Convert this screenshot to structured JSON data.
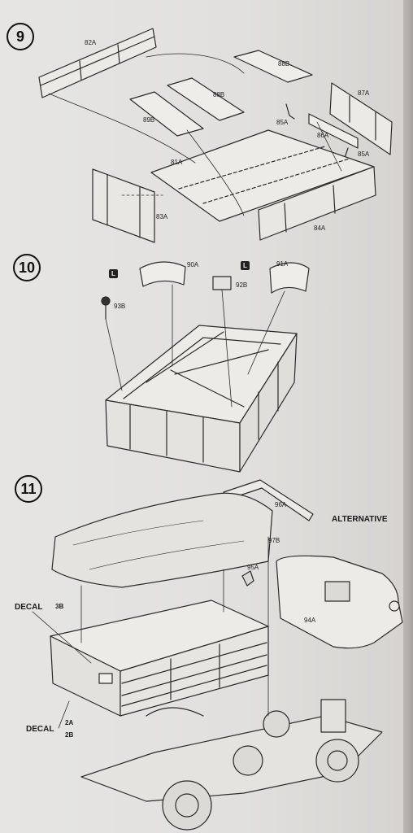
{
  "steps": [
    {
      "number": "9"
    },
    {
      "number": "10"
    },
    {
      "number": "11"
    }
  ],
  "step9_parts": [
    "82A",
    "88B",
    "88B",
    "89B",
    "87A",
    "85A",
    "86A",
    "85A",
    "81A",
    "83A",
    "84A"
  ],
  "step10_parts": [
    "90A",
    "91A",
    "92B",
    "93B"
  ],
  "step10_markers": [
    "L",
    "L"
  ],
  "step11_parts": [
    "96A",
    "97B",
    "95A",
    "94A"
  ],
  "step11_text": {
    "alternative": "ALTERNATIVE",
    "decal_top": "DECAL",
    "decal_top_num": "3B",
    "decal_bottom": "DECAL",
    "decal_bottom_num_a": "2A",
    "decal_bottom_num_b": "2B"
  },
  "colors": {
    "paper": "#e3e2e0",
    "ink": "#1a1a1a"
  }
}
